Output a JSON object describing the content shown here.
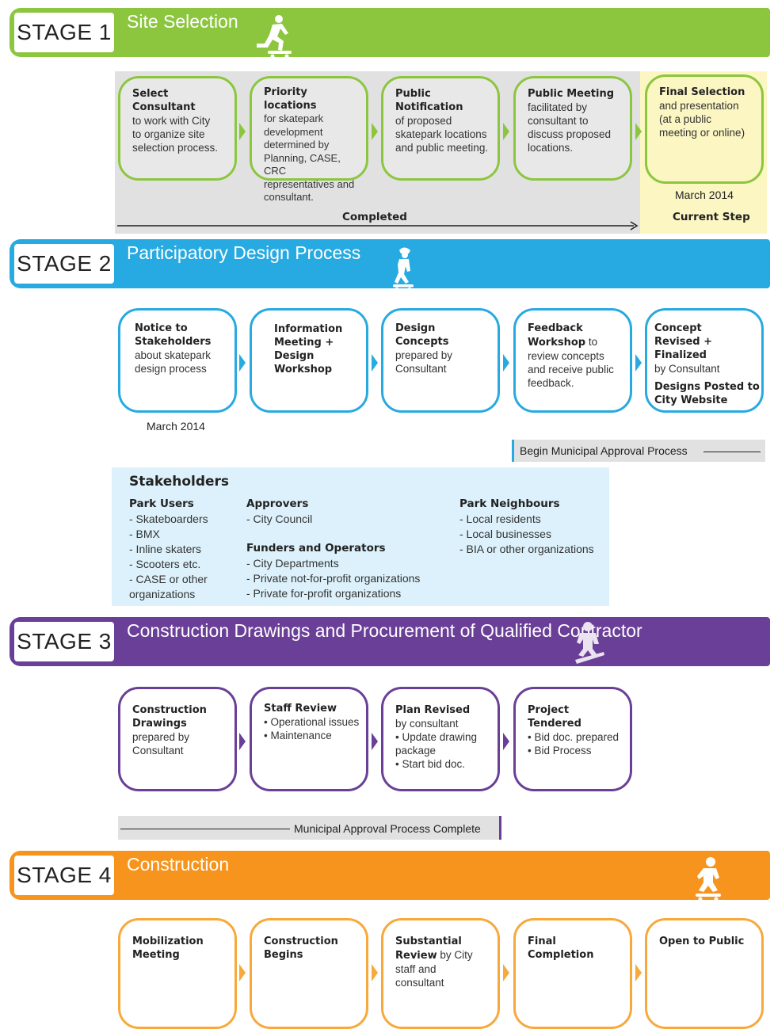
{
  "colors": {
    "stage1": "#8cc63f",
    "stage2": "#27aae1",
    "stage3": "#6a3f97",
    "stage4": "#f7941d",
    "completed_bg": "#e1e1e1",
    "current_bg": "#fbf6c2",
    "stakeholders_bg": "#dcf1fb"
  },
  "stage1": {
    "label": "STAGE 1",
    "title": "Site Selection",
    "steps": [
      {
        "title": "Select Consultant",
        "lines": [
          "to work with City",
          "to organize site",
          "selection process."
        ]
      },
      {
        "title": "Priority locations",
        "lines": [
          "for skatepark",
          "development",
          "determined by",
          "Planning, CASE, CRC",
          "representatives and",
          "consultant."
        ]
      },
      {
        "title": "Public Notification",
        "lines": [
          "of proposed",
          "skatepark locations",
          "and public meeting."
        ]
      },
      {
        "title": "Public Meeting",
        "lines": [
          "facilitated by",
          "consultant to",
          "discuss proposed",
          "locations."
        ]
      },
      {
        "title": "Final Selection",
        "lines": [
          "and presentation",
          "(at a public",
          "meeting or online)"
        ]
      }
    ],
    "current_date": "March 2014",
    "completed_label": "Completed",
    "current_label": "Current Step"
  },
  "stage2": {
    "label": "STAGE 2",
    "title": "Participatory Design Process",
    "steps": [
      {
        "title_lines": [
          "Notice to",
          "Stakeholders"
        ],
        "lines": [
          "about skatepark",
          "design process"
        ]
      },
      {
        "title_lines": [
          "Information",
          "Meeting +",
          "Design",
          "Workshop"
        ],
        "lines": []
      },
      {
        "title_lines": [
          "Design Concepts"
        ],
        "lines": [
          "prepared by",
          "Consultant"
        ]
      },
      {
        "title_lines": [
          "Feedback",
          "Workshop"
        ],
        "inline_tail": " to",
        "lines": [
          "review concepts",
          "and receive  public",
          "feedback."
        ]
      },
      {
        "title_lines": [
          "Concept",
          "Revised + Finalized"
        ],
        "lines": [
          "by Consultant"
        ],
        "extra_bold": [
          "Designs Posted to",
          "City Website"
        ]
      }
    ],
    "date_below_first": "March 2014",
    "approval_note": "Begin Municipal Approval Process"
  },
  "stakeholders": {
    "title": "Stakeholders",
    "park_users": {
      "heading": "Park Users",
      "items": [
        "- Skateboarders",
        "- BMX",
        "- Inline skaters",
        "- Scooters etc.",
        "- CASE or other",
        "organizations"
      ]
    },
    "approvers": {
      "heading": "Approvers",
      "items": [
        "- City Council"
      ]
    },
    "funders": {
      "heading": "Funders and Operators",
      "items": [
        "- City Departments",
        "- Private not-for-profit organizations",
        "- Private for-profit organizations"
      ]
    },
    "neighbours": {
      "heading": "Park Neighbours",
      "items": [
        "- Local residents",
        "- Local businesses",
        "- BIA or other organizations"
      ]
    }
  },
  "stage3": {
    "label": "STAGE 3",
    "title": "Construction Drawings and Procurement of Qualified Contractor",
    "steps": [
      {
        "title_lines": [
          "Construction",
          "Drawings"
        ],
        "lines": [
          "prepared by",
          "Consultant"
        ]
      },
      {
        "title_lines": [
          "Staff Review"
        ],
        "lines": [
          "• Operational issues",
          "• Maintenance"
        ]
      },
      {
        "title_lines": [
          "Plan Revised"
        ],
        "lines": [
          "by consultant",
          "• Update drawing",
          "package",
          "• Start bid doc."
        ]
      },
      {
        "title_lines": [
          "Project Tendered"
        ],
        "lines": [
          "• Bid doc. prepared",
          "• Bid Process"
        ]
      }
    ],
    "approval_note": "Municipal Approval Process Complete"
  },
  "stage4": {
    "label": "STAGE 4",
    "title": "Construction",
    "steps": [
      {
        "title_lines": [
          "Mobilization",
          "Meeting"
        ],
        "lines": []
      },
      {
        "title_lines": [
          "Construction",
          "Begins"
        ],
        "lines": []
      },
      {
        "title_lines": [
          "Substantial",
          "Review"
        ],
        "inline_tail": " by City",
        "lines": [
          "staff and",
          "consultant"
        ]
      },
      {
        "title_lines": [
          "Final Completion"
        ],
        "lines": []
      },
      {
        "title_lines": [
          "Open to Public"
        ],
        "lines": []
      }
    ]
  }
}
